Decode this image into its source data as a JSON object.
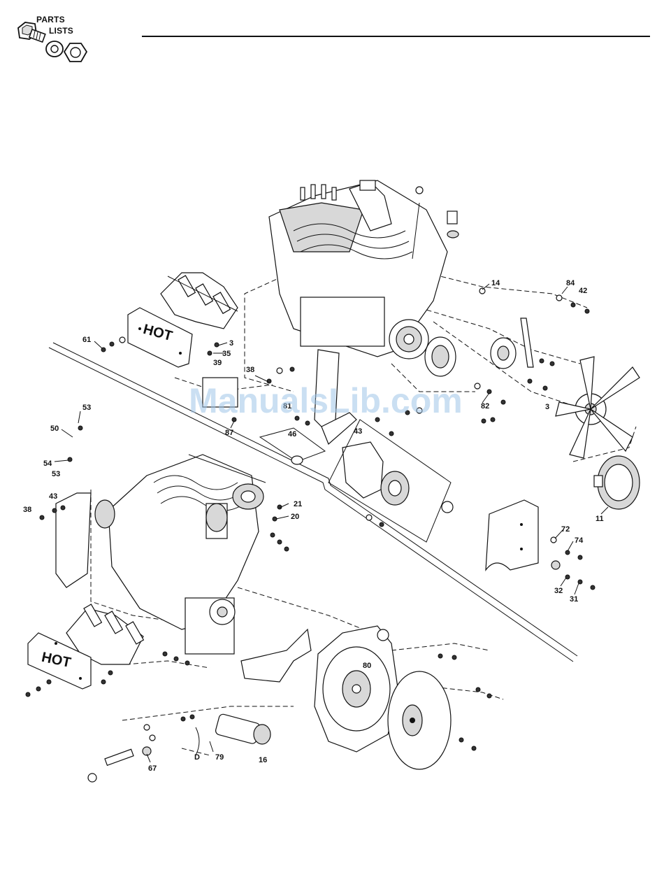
{
  "header": {
    "logo_line1": "PARTS",
    "logo_line2": "LISTS"
  },
  "watermark": "ManualsLib.com",
  "callouts": {
    "c14": "14",
    "c84": "84",
    "c42": "42",
    "c61": "61",
    "c3a": "3",
    "c35": "35",
    "c39": "39",
    "c38a": "38",
    "c81": "81",
    "c87": "87",
    "c46": "46",
    "c43a": "43",
    "c82": "82",
    "c3b": "3",
    "c53a": "53",
    "c50": "50",
    "c54": "54",
    "c53b": "53",
    "c38b": "38",
    "c43b": "43",
    "c21": "21",
    "c20": "20",
    "c11": "11",
    "c72": "72",
    "c74": "74",
    "c32": "32",
    "c31": "31",
    "c80": "80",
    "c79": "79",
    "c67": "67",
    "cD": "D",
    "c16": "16"
  },
  "labels": {
    "hot_top": "HOT",
    "hot_bottom": "HOT"
  },
  "colors": {
    "ink": "#111111",
    "watermark": "#9fc5e8"
  }
}
